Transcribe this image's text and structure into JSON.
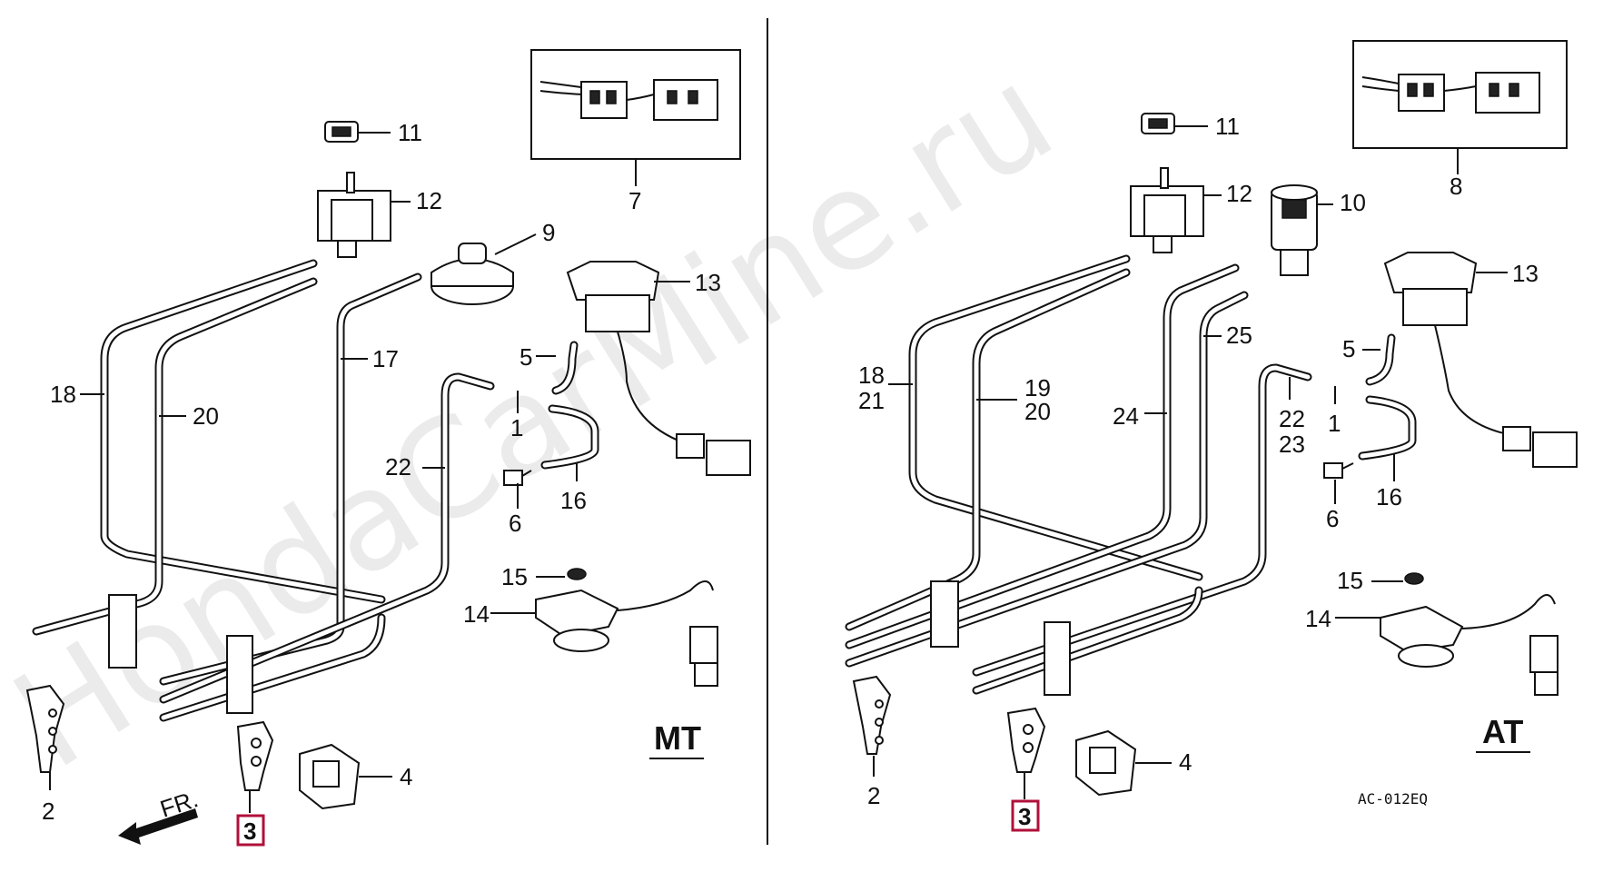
{
  "watermark": "HondaCarMine.ru",
  "mt_panel": {
    "title": "MT",
    "fr_label": "FR.",
    "labels": {
      "l1": "1",
      "l2": "2",
      "l3": "3",
      "l4": "4",
      "l5": "5",
      "l6": "6",
      "l7": "7",
      "l9": "9",
      "l11": "11",
      "l12": "12",
      "l13": "13",
      "l14": "14",
      "l15": "15",
      "l16": "16",
      "l17": "17",
      "l18": "18",
      "l20": "20",
      "l22": "22"
    }
  },
  "at_panel": {
    "title": "AT",
    "diagram_code": "AC-012EQ",
    "labels": {
      "l1": "1",
      "l2": "2",
      "l3": "3",
      "l4": "4",
      "l5": "5",
      "l6": "6",
      "l8": "8",
      "l10": "10",
      "l11": "11",
      "l12": "12",
      "l13": "13",
      "l14": "14",
      "l15": "15",
      "l16": "16",
      "l18": "18",
      "l19": "19",
      "l20": "20",
      "l21": "21",
      "l22": "22",
      "l23": "23",
      "l24": "24",
      "l25": "25"
    }
  },
  "colors": {
    "highlight": "#b0103a",
    "line": "#111111",
    "watermark": "#c8c8c8"
  }
}
